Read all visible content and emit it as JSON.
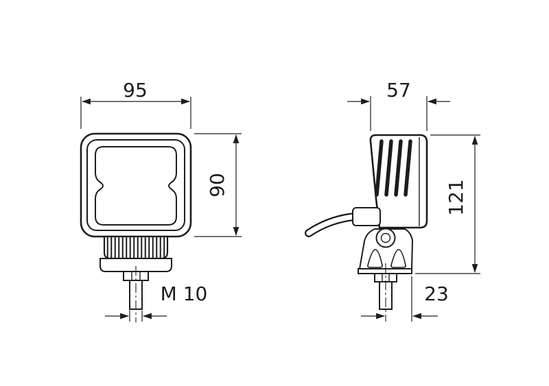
{
  "page": {
    "background": "#ffffff",
    "line_color": "#1c1c1c",
    "kind": "technical-dimension-drawing"
  },
  "views": {
    "left": "front-view",
    "right": "side-view"
  },
  "labels": {
    "front_width": "95",
    "front_height": "90",
    "thread_size": "M 10",
    "side_depth": "57",
    "overall_height": "121",
    "base_offset": "23"
  }
}
